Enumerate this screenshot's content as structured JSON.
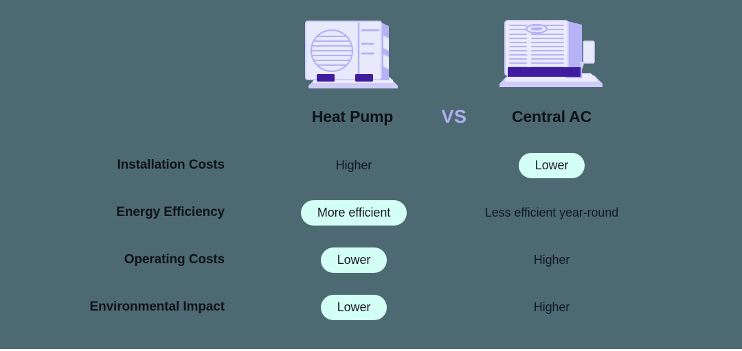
{
  "header": {
    "left_icon": "heat-pump-icon",
    "right_icon": "central-ac-icon",
    "left_title": "Heat Pump",
    "right_title": "Central AC",
    "vs_label": "VS"
  },
  "colors": {
    "background": "#4d6a73",
    "pill_background": "#d4fff5",
    "vs_accent": "#b0aef0",
    "text": "#10121a",
    "icon_light": "#e8e9fb",
    "icon_mid": "#b5b2f5",
    "icon_dark": "#3f1d9e"
  },
  "rows": [
    {
      "label": "Installation Costs",
      "heat_pump": {
        "value": "Higher",
        "highlighted": false
      },
      "central_ac": {
        "value": "Lower",
        "highlighted": true
      }
    },
    {
      "label": "Energy Efficiency",
      "heat_pump": {
        "value": "More efficient",
        "highlighted": true
      },
      "central_ac": {
        "value": "Less efficient year-round",
        "highlighted": false
      }
    },
    {
      "label": "Operating Costs",
      "heat_pump": {
        "value": "Lower",
        "highlighted": true
      },
      "central_ac": {
        "value": "Higher",
        "highlighted": false
      }
    },
    {
      "label": "Environmental Impact",
      "heat_pump": {
        "value": "Lower",
        "highlighted": true
      },
      "central_ac": {
        "value": "Higher",
        "highlighted": false
      }
    }
  ]
}
